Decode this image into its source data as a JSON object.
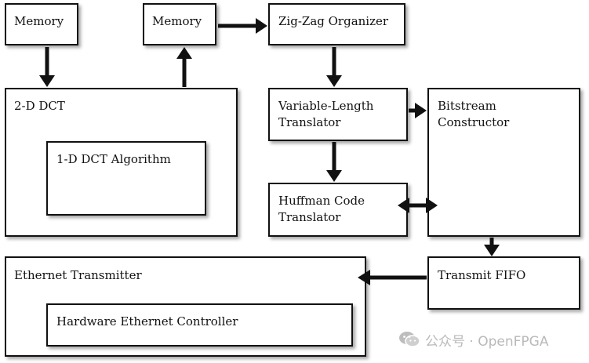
{
  "blocks": {
    "memory_left": "Memory",
    "memory_right": "Memory",
    "zigzag": "Zig-Zag Organizer",
    "dct_2d": "2-D DCT",
    "dct_1d": "1-D DCT Algorithm",
    "vlt": "Variable-Length\nTranslator",
    "bitstream": "Bitstream\nConstructor",
    "huffman": "Huffman Code\nTranslator",
    "transmit_fifo": "Transmit FIFO",
    "ethernet_tx": "Ethernet Transmitter",
    "eth_controller": "Hardware Ethernet Controller"
  },
  "watermark": {
    "text": "公众号 · OpenFPGA",
    "icon": "wechat-icon",
    "color": "#b9b9b9"
  },
  "colors": {
    "line": "#111111",
    "background": "#ffffff"
  }
}
